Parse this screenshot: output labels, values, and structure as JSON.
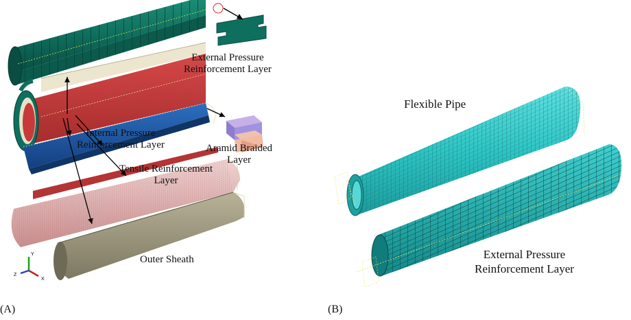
{
  "panel_a": {
    "tag": "(A)",
    "labels": {
      "external": [
        "External Pressure",
        "Reinforcement Layer"
      ],
      "internal": [
        "Internal Pressure",
        "Reinforcement Layer"
      ],
      "aramid": [
        "Aramid Braided",
        "Layer"
      ],
      "tensile": [
        "Tensile Reinforcement",
        "Layer"
      ],
      "sheath": "Outer Sheath"
    },
    "axes": {
      "y": "Y",
      "x": "X",
      "z": "Z"
    }
  },
  "panel_b": {
    "tag": "(B)",
    "labels": {
      "pipe": "Flexible Pipe",
      "external": [
        "External Pressure",
        "Reinforcement Layer"
      ]
    }
  },
  "colors": {
    "teal_dark": "#0f6f5e",
    "cyan": "#2fc5c5",
    "red": "#c73a3a",
    "blue": "#1f5aa5",
    "beige": "#e7e1c8",
    "olive_gray": "#8a8570",
    "pink_mesh": "#e2b8b8"
  }
}
